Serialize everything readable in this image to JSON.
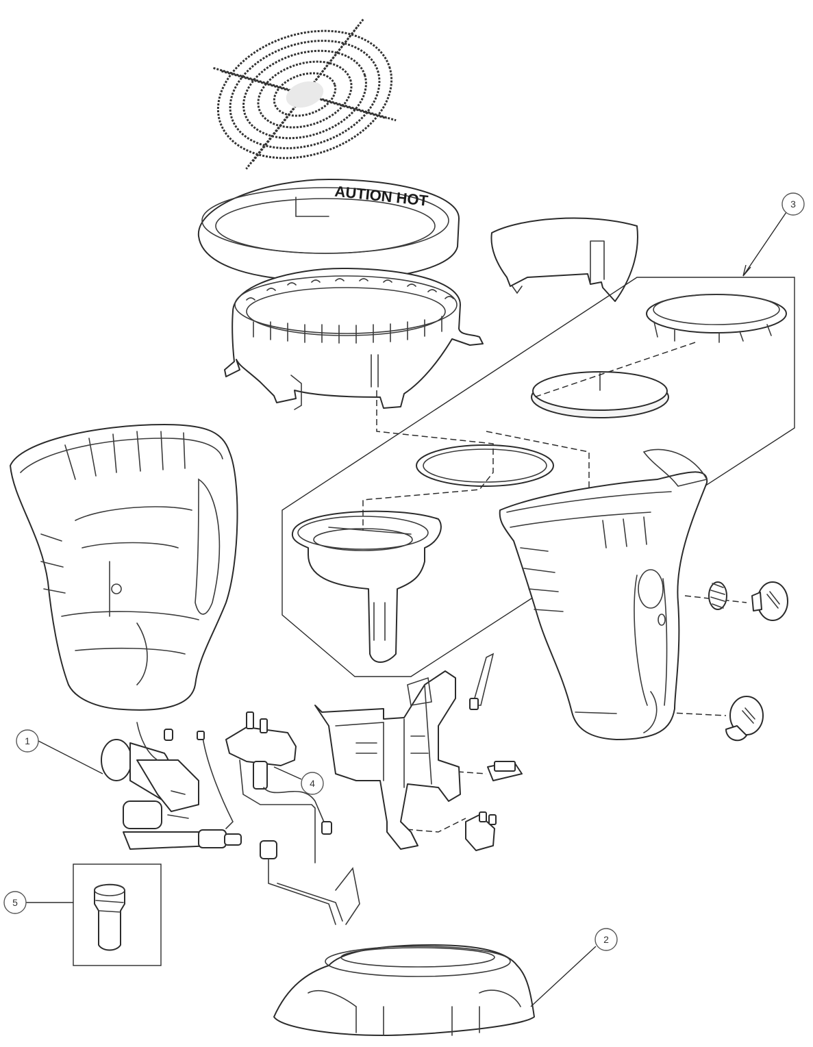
{
  "diagram": {
    "ring_label": "AUTION HOT",
    "callouts": [
      {
        "id": "callout-1",
        "label": "1"
      },
      {
        "id": "callout-2",
        "label": "2"
      },
      {
        "id": "callout-3",
        "label": "3"
      },
      {
        "id": "callout-4",
        "label": "4"
      },
      {
        "id": "callout-5",
        "label": "5"
      }
    ]
  }
}
